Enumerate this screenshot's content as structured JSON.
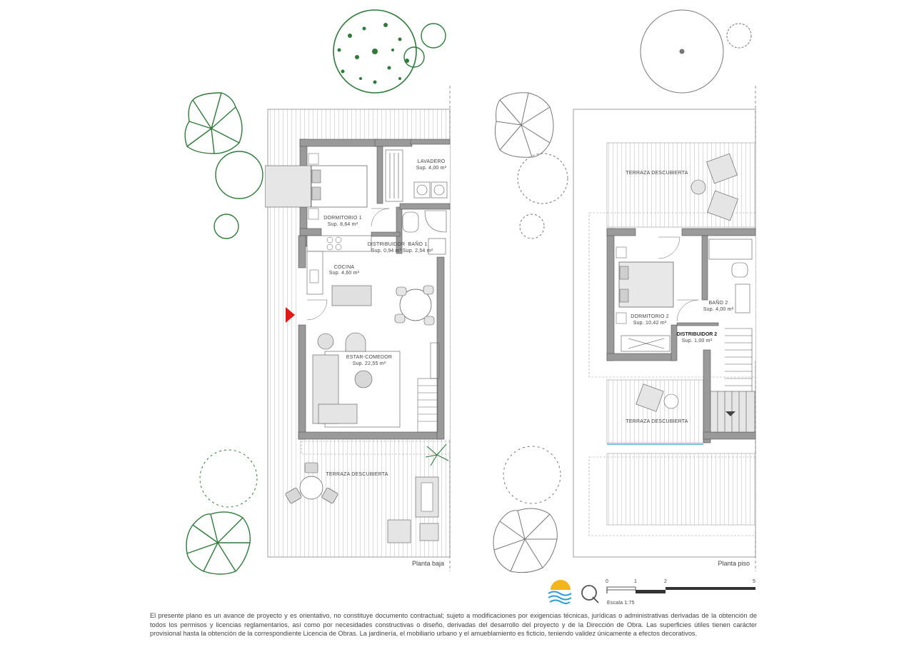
{
  "plans": {
    "ground": {
      "caption": "Planta baja",
      "rooms": [
        {
          "name": "DORMITORIO 1",
          "area": "Sup. 8,64 m²"
        },
        {
          "name": "LAVADERO",
          "area": "Sup. 4,00 m²"
        },
        {
          "name": "DISTRIBUIDOR",
          "area": "Sup. 0,94 m²"
        },
        {
          "name": "BAÑO 1",
          "area": "Sup. 2,54 m²"
        },
        {
          "name": "COCINA",
          "area": "Sup. 4,60 m²"
        },
        {
          "name": "ESTAR-COMEDOR",
          "area": "Sup. 22,55 m²"
        }
      ],
      "terrace": "TERRAZA DESCUBIERTA"
    },
    "upper": {
      "caption": "Planta piso",
      "rooms": [
        {
          "name": "DORMITORIO 2",
          "area": "Sup. 10,42 m²"
        },
        {
          "name": "BAÑO 2",
          "area": "Sup. 4,00 m²"
        },
        {
          "name": "DISTRIBUIDOR 2",
          "area": "Sup. 1,00 m²"
        }
      ],
      "terrace_top": "TERRAZA DESCUBIERTA",
      "terrace_bottom": "TERRAZA DESCUBIERTA"
    }
  },
  "scale": {
    "ticks": [
      "0",
      "1",
      "2",
      "5"
    ],
    "label": "Escala 1:75"
  },
  "colors": {
    "wall": "#8a8a8a",
    "tree_green": "#2f7a3a",
    "entry_arrow": "#e01818",
    "water": "#2a9fd6",
    "sun": "#f2b51c"
  },
  "disclaimer": "El presente plano es un avance de proyecto y es orientativo, no constituye documento contractual; sujeto a modificaciones por exigencias técnicas, jurídicas o administrativas derivadas de la obtención de todos los permisos y licencias reglamentarios, así como por necesidades constructivas o diseño, derivadas del desarrollo del proyecto y de la Dirección de Obra. Las superficies útiles tienen carácter provisional hasta la obtención de la correspondiente Licencia de Obras. La jardinería, el mobiliario urbano y el amueblamiento es ficticio, teniendo validez únicamente a efectos decorativos."
}
